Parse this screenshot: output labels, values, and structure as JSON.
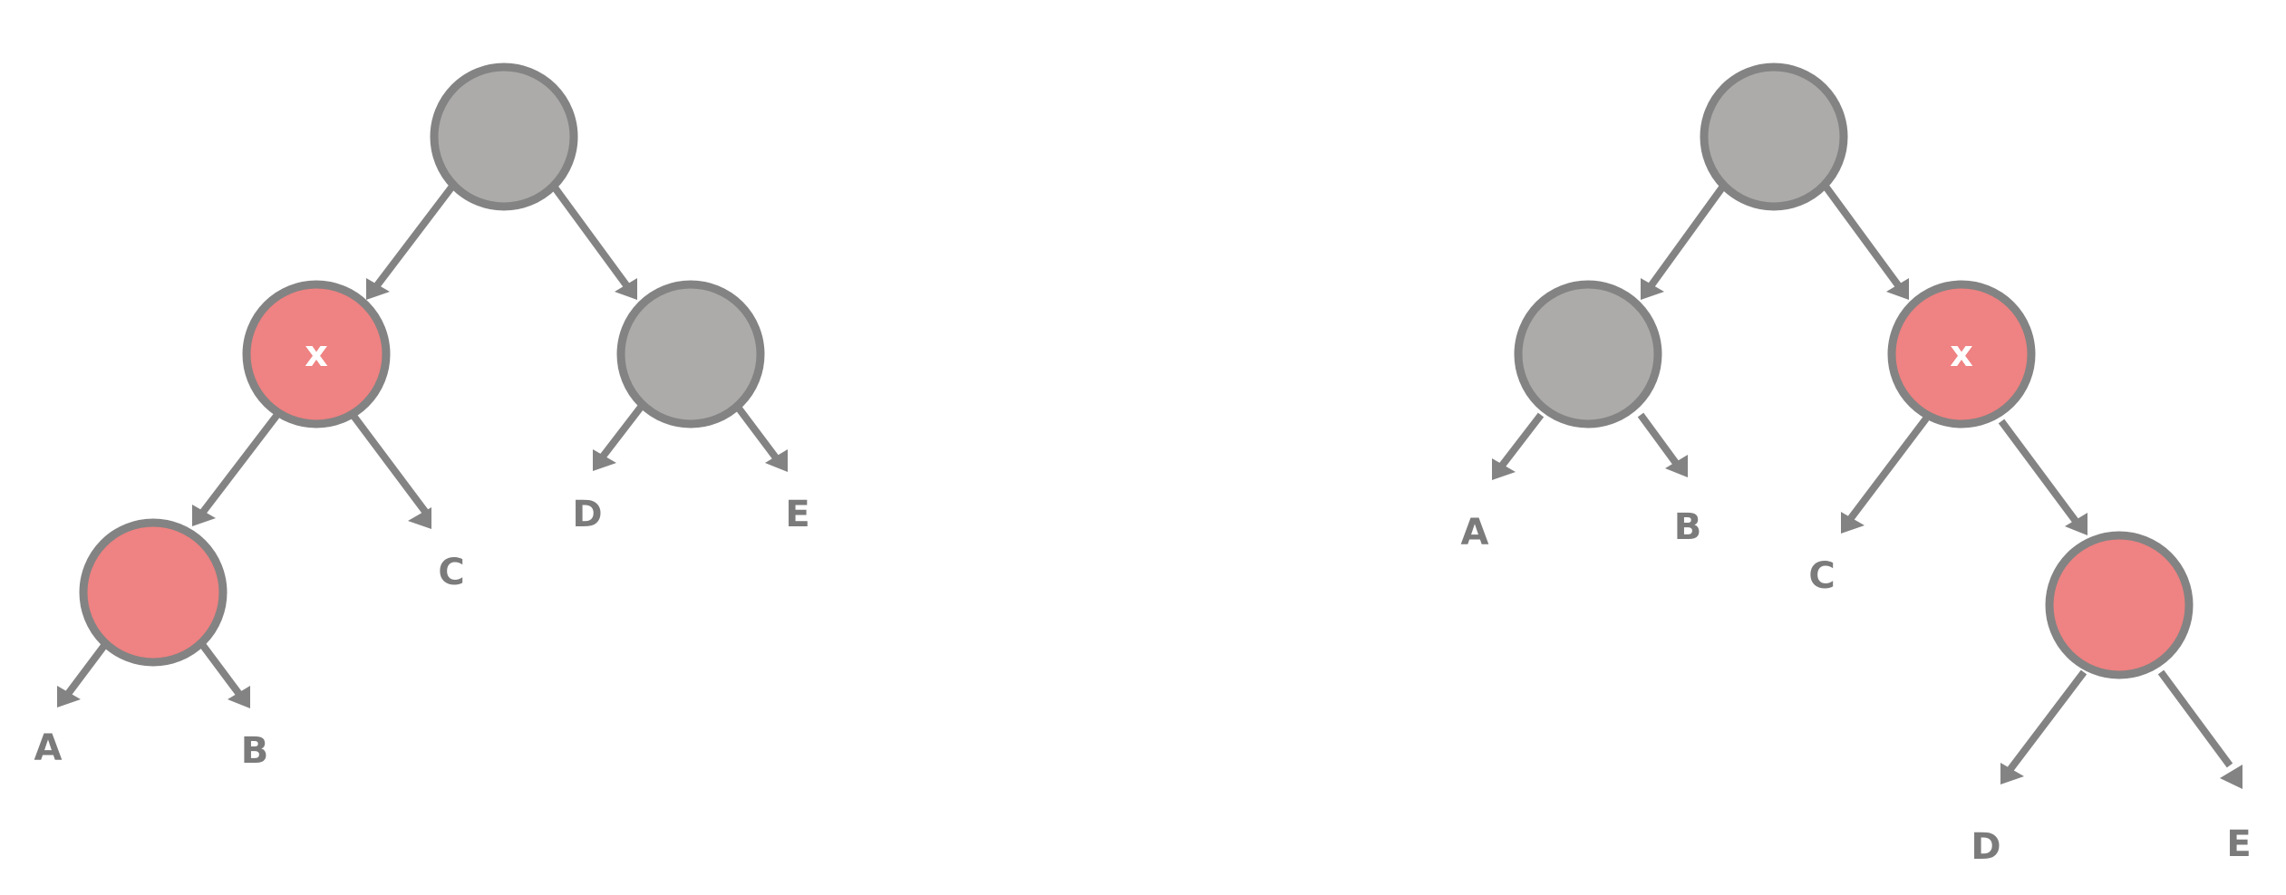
{
  "colors": {
    "gray_node": "#acaba9",
    "red_node": "#ef8282",
    "outline": "#838383",
    "leaf_text": "#7b7b7b",
    "node_text": "#ffffff"
  },
  "left_tree": {
    "node_x_label": "x",
    "leaves": {
      "a": "A",
      "b": "B",
      "c": "C",
      "d": "D",
      "e": "E"
    }
  },
  "right_tree": {
    "node_x_label": "x",
    "leaves": {
      "a": "A",
      "b": "B",
      "c": "C",
      "d": "D",
      "e": "E"
    }
  }
}
